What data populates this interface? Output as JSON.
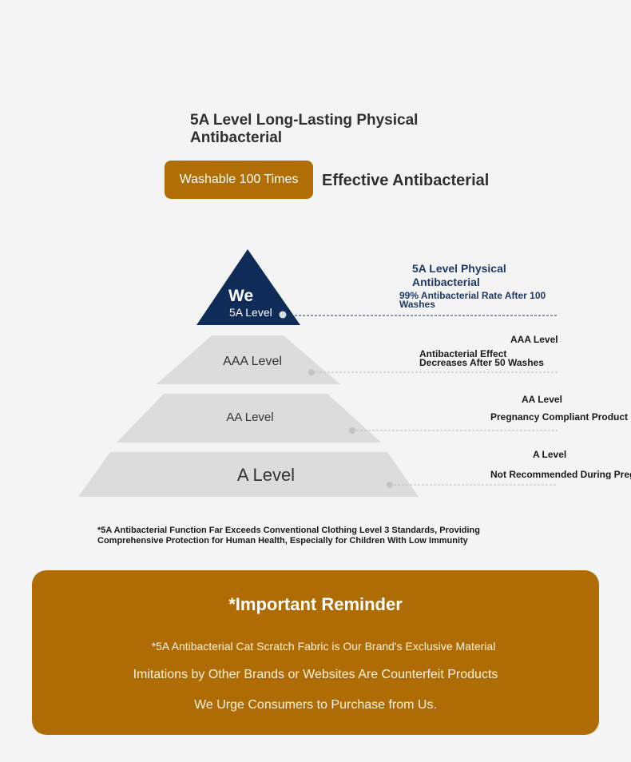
{
  "header": {
    "title": "5A Level Long-Lasting Physical Antibacterial",
    "badge": "Washable 100 Times",
    "subtitle": "Effective Antibacterial"
  },
  "pyramid": {
    "top": {
      "label": "We",
      "sublabel": "5A Level",
      "color": "#0f2b57"
    },
    "tier2": "AAA Level",
    "tier3": "AA Level",
    "tier4": "A Level",
    "tier_color": "#dcdcdc"
  },
  "descriptions": {
    "top_title": "5A Level Physical Antibacterial",
    "top_text": "99% Antibacterial Rate After 100 Washes",
    "aaa_title": "AAA Level",
    "aaa_text": "Antibacterial Effect Decreases After 50 Washes",
    "aa_title": "AA Level",
    "aa_text": "Pregnancy Compliant Product",
    "a_title": "A Level",
    "a_text": "Not Recommended During Pregn"
  },
  "footnote": "*5A Antibacterial Function Far Exceeds Conventional Clothing Level 3 Standards, Providing Comprehensive Protection for Human Health, Especially for Children With Low Immunity",
  "reminder": {
    "title": "*Important Reminder",
    "line1": "*5A Antibacterial Cat Scratch Fabric is Our Brand's Exclusive Material",
    "line2": "Imitations by Other Brands or Websites Are Counterfeit Products",
    "line3": "We Urge Consumers to Purchase from Us.",
    "color": "#af6b04"
  }
}
